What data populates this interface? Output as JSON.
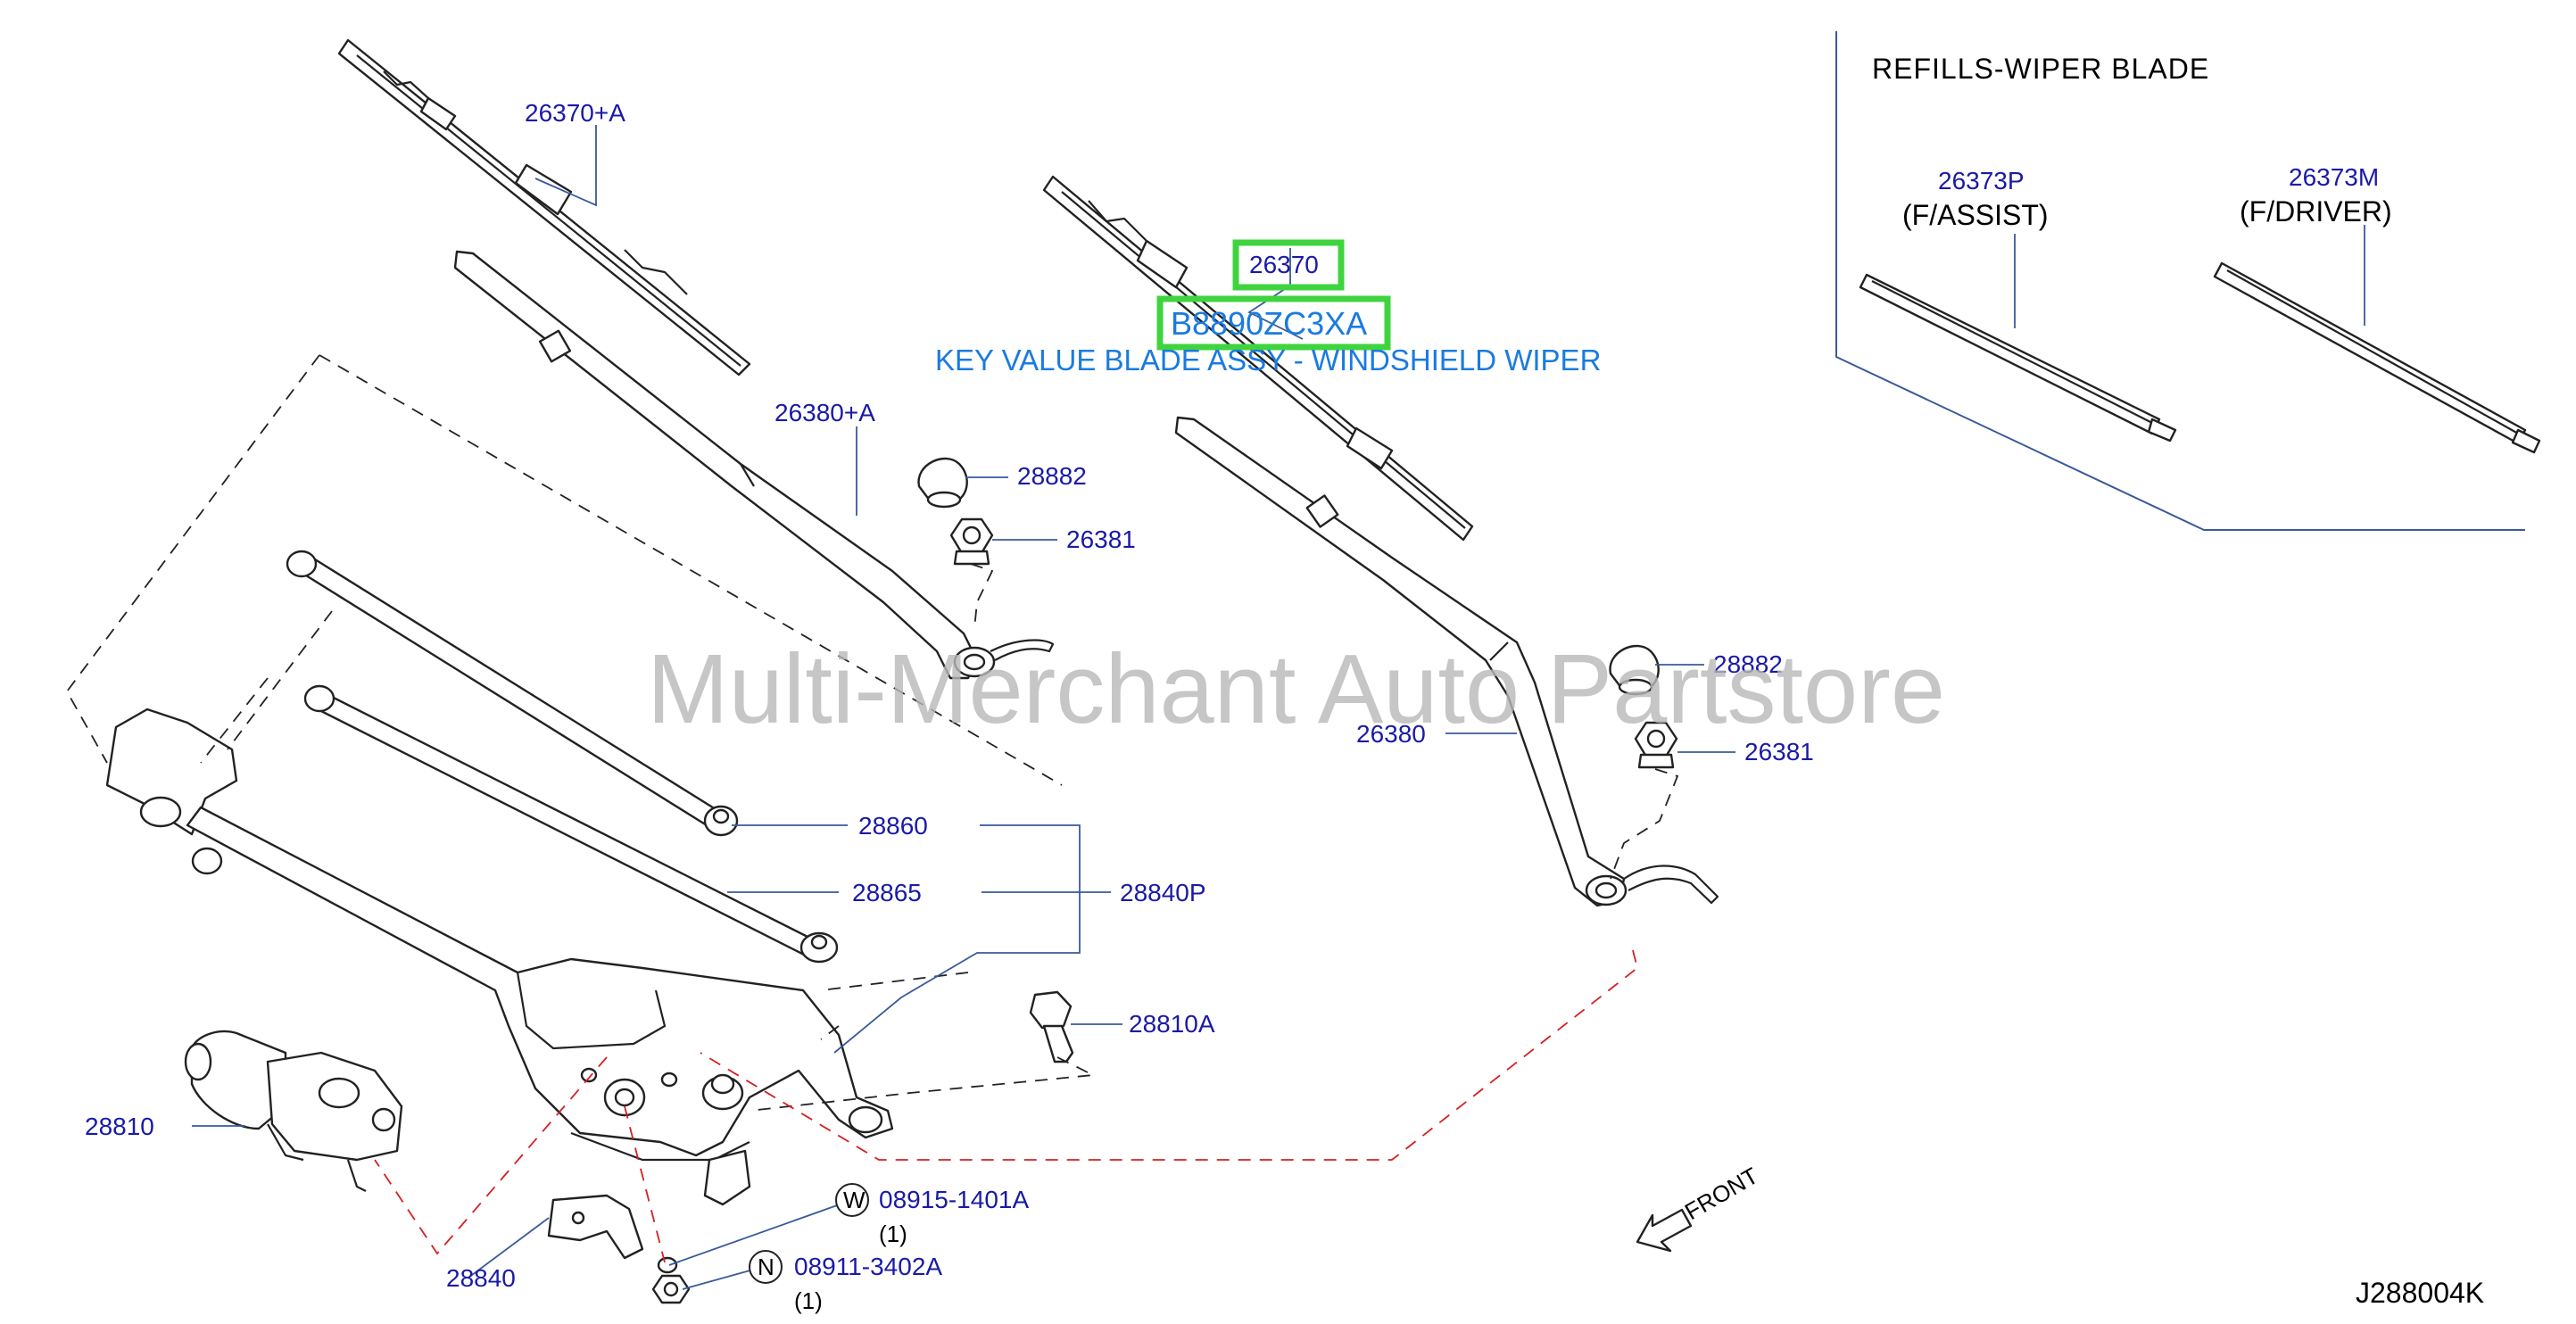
{
  "refills_title": "REFILLS-WIPER BLADE",
  "refills": [
    {
      "part": "26373P",
      "position": "(F/ASSIST)"
    },
    {
      "part": "26373M",
      "position": "(F/DRIVER)"
    }
  ],
  "highlight": {
    "part": "26370",
    "part_number": "B8890ZC3XA",
    "key_value": "KEY VALUE BLADE ASSY - WINDSHIELD WIPER",
    "color": "#3fd43f"
  },
  "watermark": "Multi-Merchant Auto Partstore",
  "diagram_code": "J288004K",
  "front_label": "FRONT",
  "labels": {
    "p26370A": "26370+A",
    "p26380A": "26380+A",
    "p28882a": "28882",
    "p26381a": "26381",
    "p28882b": "28882",
    "p26381b": "26381",
    "p26380": "26380",
    "p28860": "28860",
    "p28865": "28865",
    "p28840P": "28840P",
    "p28810A": "28810A",
    "p28810": "28810",
    "p28840": "28840",
    "p08915": "08915-1401A",
    "p08911": "08911-3402A",
    "qty1": "(1)",
    "qty2": "(1)",
    "circleW": "W",
    "circleN": "N"
  },
  "colors": {
    "label_blue": "#1a1aa6",
    "key_blue": "#1a7be0",
    "dash_red": "#d42020",
    "leader": "#3a5a9a"
  }
}
